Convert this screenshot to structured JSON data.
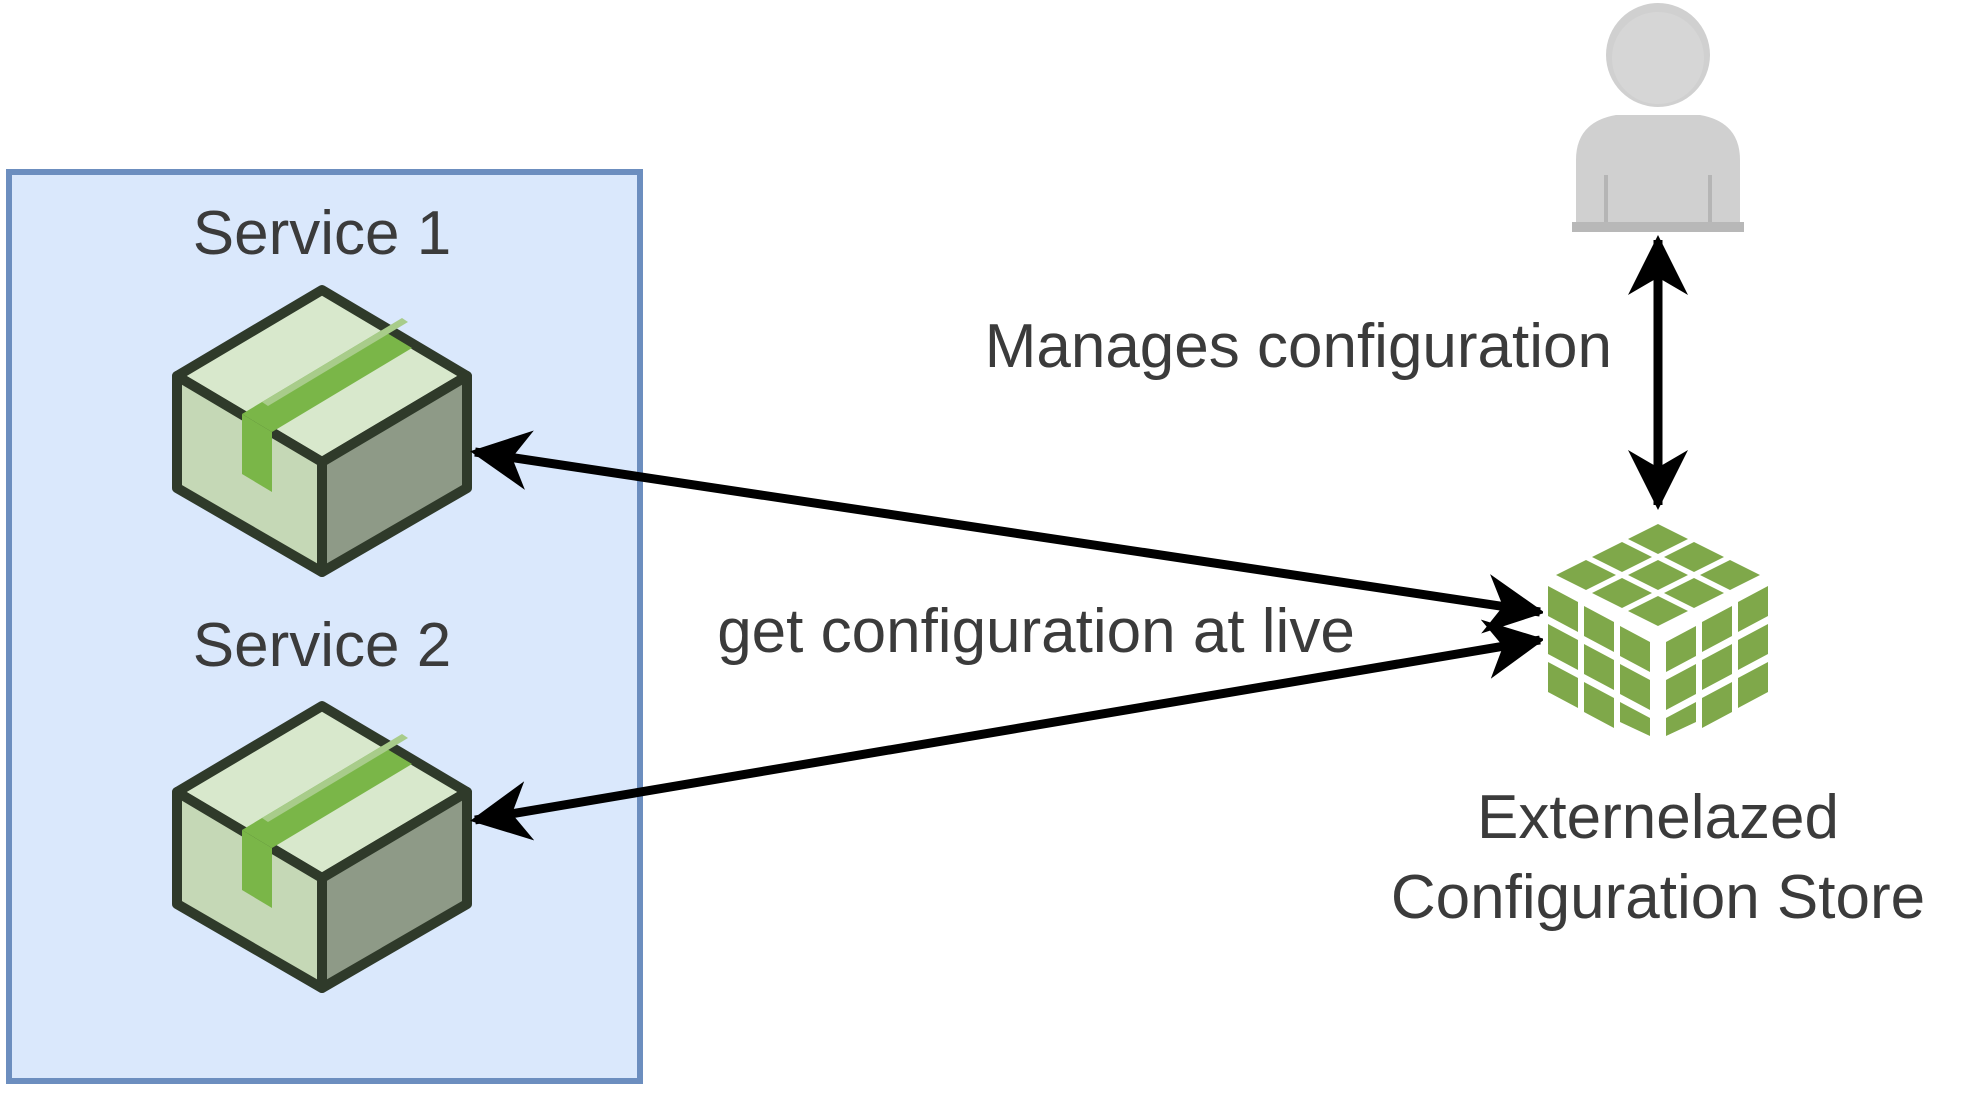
{
  "diagram": {
    "group": {
      "services": [
        {
          "label": "Service 1"
        },
        {
          "label": "Service 2"
        }
      ]
    },
    "edges": {
      "services_to_store_label": "get configuration at live",
      "user_to_store_label": "Manages configuration"
    },
    "store": {
      "label_line1": "Externelazed",
      "label_line2": "Configuration Store"
    },
    "user": {
      "icon": "user-icon"
    },
    "colors": {
      "group_fill": "#dae8fc",
      "group_stroke": "#6c8ebf",
      "box_green": "#7ab648",
      "box_light": "#d8e8cc",
      "box_gray": "#8e9a87",
      "box_outline": "#2f3a2a",
      "cube_green": "#7fa84a",
      "user_gray": "#d0d0d0",
      "arrow": "#000000",
      "text": "#3b3b3b"
    }
  }
}
